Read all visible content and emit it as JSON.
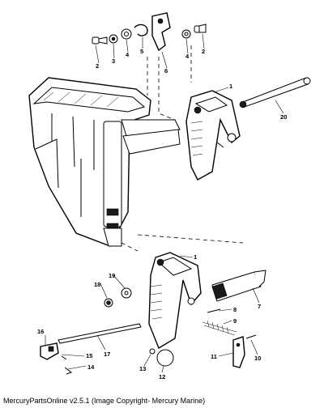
{
  "footer": {
    "caption": "MercuryPartsOnline v2.5.1 (Image Copyright- Mercury Marine)"
  },
  "callouts": {
    "c1_top": "1",
    "c1_bottom": "1",
    "c2_left": "2",
    "c2_right": "2",
    "c3": "3",
    "c4_left": "4",
    "c4_right": "4",
    "c5": "5",
    "c6": "6",
    "c7": "7",
    "c8": "8",
    "c9": "9",
    "c10": "10",
    "c11": "11",
    "c12": "12",
    "c13": "13",
    "c14": "14",
    "c15": "15",
    "c16": "16",
    "c17": "17",
    "c18": "18",
    "c19": "19",
    "c20": "20"
  }
}
